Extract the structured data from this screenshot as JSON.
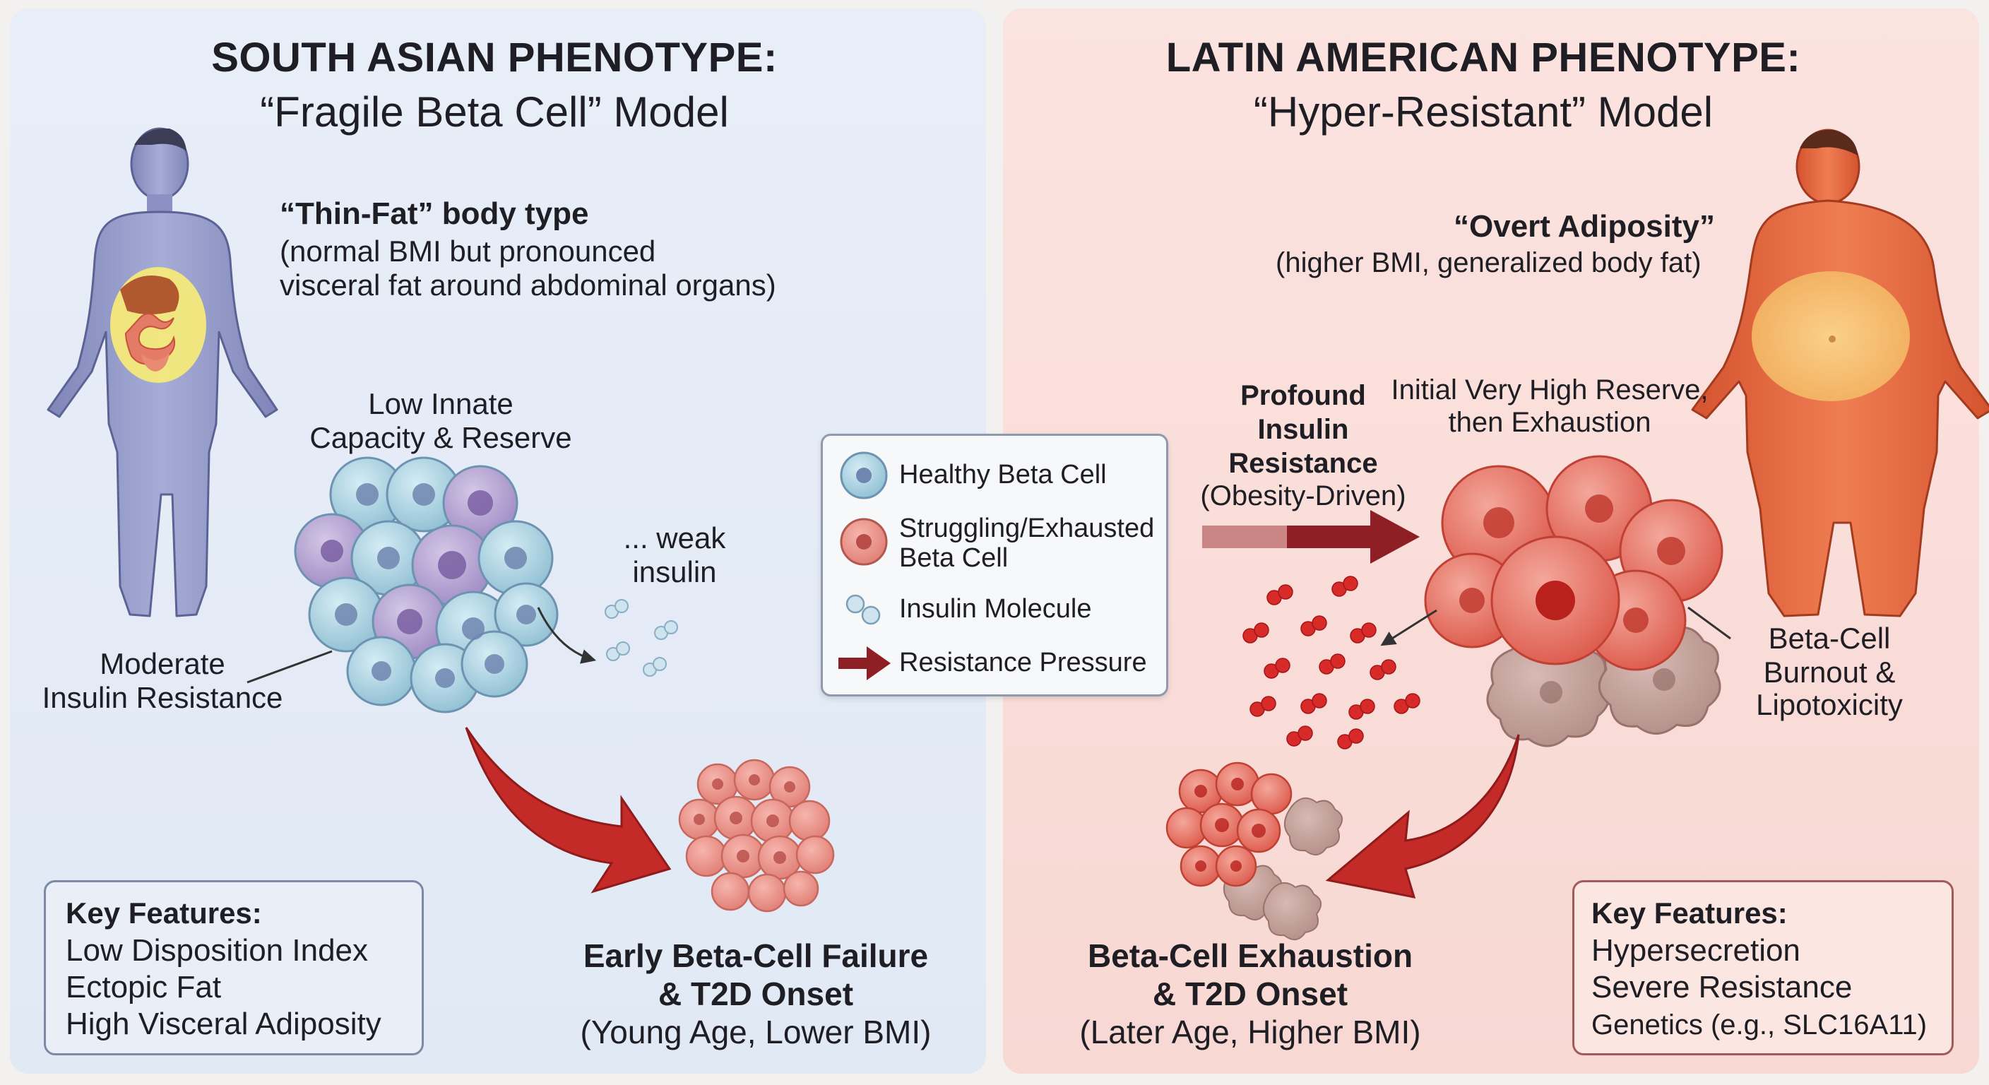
{
  "left_panel": {
    "title": "SOUTH ASIAN PHENOTYPE:",
    "subtitle": "“Fragile Beta Cell” Model",
    "body_type_title": "“Thin-Fat” body type",
    "body_type_desc_1": "(normal BMI but pronounced",
    "body_type_desc_2": "visceral fat around abdominal organs)",
    "capacity_1": "Low Innate",
    "capacity_2": "Capacity & Reserve",
    "weak_1": "... weak",
    "weak_2": "insulin",
    "resistance_1": "Moderate",
    "resistance_2": "Insulin Resistance",
    "outcome_1": "Early Beta-Cell Failure",
    "outcome_2": "& T2D Onset",
    "outcome_3": "(Young Age, Lower BMI)",
    "key_features": {
      "heading": "Key Features:",
      "items": [
        "Low Disposition Index",
        "Ectopic Fat",
        "High Visceral Adiposity"
      ]
    }
  },
  "right_panel": {
    "title": "LATIN AMERICAN PHENOTYPE:",
    "subtitle": "“Hyper-Resistant” Model",
    "body_type_title": "“Overt Adiposity”",
    "body_type_desc": "(higher BMI, generalized body fat)",
    "pressure_1": "Profound",
    "pressure_2": "Insulin",
    "pressure_3": "Resistance",
    "pressure_4": "(Obesity-Driven)",
    "reserve_1": "Initial Very High Reserve,",
    "reserve_2": "then Exhaustion",
    "burnout_1": "Beta-Cell",
    "burnout_2": "Burnout &",
    "burnout_3": "Lipotoxicity",
    "outcome_1": "Beta-Cell Exhaustion",
    "outcome_2": "& T2D Onset",
    "outcome_3": "(Later Age, Higher BMI)",
    "key_features": {
      "heading": "Key Features:",
      "items": [
        "Hypersecretion",
        "Severe Resistance",
        "Genetics (e.g., SLC16A11)"
      ]
    }
  },
  "legend": {
    "healthy": "Healthy Beta Cell",
    "struggling_1": "Struggling/Exhausted",
    "struggling_2": "Beta Cell",
    "insulin": "Insulin Molecule",
    "pressure": "Resistance Pressure"
  },
  "colors": {
    "left_bg": "#e3eaf6",
    "right_bg": "#f9dbd6",
    "healthy_cell": "#a9cfe0",
    "struggling_cell": "#e07a6b",
    "arrow_red": "#c42a28",
    "pressure_arrow": "#8e1f24"
  }
}
